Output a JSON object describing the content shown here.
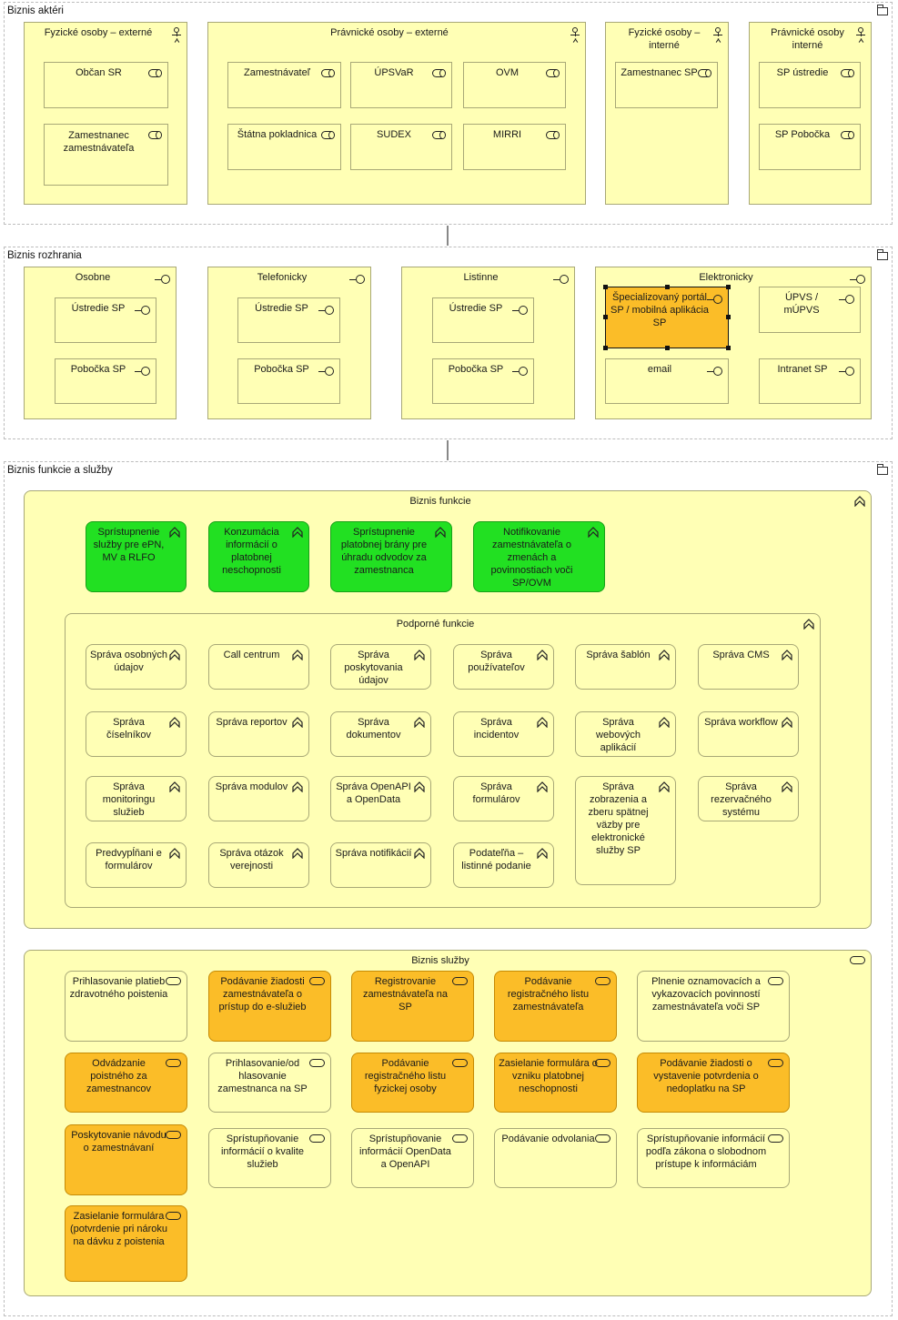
{
  "groups": {
    "actors": "Biznis aktéri",
    "interfaces": "Biznis rozhrania",
    "functions_services": "Biznis funkcie a služby"
  },
  "actors": {
    "fo_externe": {
      "title": "Fyzické osoby – externé",
      "roles": [
        "Občan SR",
        "Zamestnanec zamestnávateľa"
      ]
    },
    "po_externe": {
      "title": "Právnické osoby – externé",
      "roles": [
        "Zamestnávateľ",
        "ÚPSVaR",
        "OVM",
        "Štátna pokladnica",
        "SUDEX",
        "MIRRI"
      ]
    },
    "fo_interne": {
      "title": "Fyzické osoby – interné",
      "roles": [
        "Zamestnanec SP"
      ]
    },
    "po_interne": {
      "title": "Právnické osoby interné",
      "roles": [
        "SP ústredie",
        "SP Pobočka"
      ]
    }
  },
  "interfaces": {
    "osobne": {
      "title": "Osobne",
      "items": [
        "Ústredie SP",
        "Pobočka SP"
      ]
    },
    "telefonicky": {
      "title": "Telefonicky",
      "items": [
        "Ústredie SP",
        "Pobočka SP"
      ]
    },
    "listinne": {
      "title": "Listinne",
      "items": [
        "Ústredie SP",
        "Pobočka SP"
      ]
    },
    "elektronicky": {
      "title": "Elektronicky",
      "items": [
        "Špecializovaný portál SP / mobilná aplikácia SP",
        "ÚPVS / mÚPVS",
        "email",
        "Intranet SP"
      ]
    }
  },
  "functions": {
    "title": "Biznis funkcie",
    "main": [
      "Sprístupnenie služby pre ePN, MV a RLFO",
      "Konzumácia informácií o platobnej neschopnosti",
      "Sprístupnenie platobnej brány pre úhradu odvodov za zamestnanca",
      "Notifikovanie zamestnávateľa o zmenách a povinnostiach voči SP/OVM"
    ],
    "support_title": "Podporné funkcie",
    "support": [
      "Správa osobných údajov",
      "Call centrum",
      "Správa poskytovania údajov",
      "Správa používateľov",
      "Správa šablón",
      "Správa CMS",
      "Správa číselníkov",
      "Správa reportov",
      "Správa dokumentov",
      "Správa incidentov",
      "Správa webových aplikácií",
      "Správa workflow",
      "Správa monitoringu služieb",
      "Správa modulov",
      "Správa OpenAPI a OpenData",
      "Správa formulárov",
      "Správa zobrazenia a zberu spätnej väzby pre elektronické služby SP",
      "Správa rezervačného systému",
      "Predvypĺňani e formulárov",
      "Správa otázok verejnosti",
      "Správa notifikácií",
      "Podateľňa – listinné podanie"
    ]
  },
  "services": {
    "title": "Biznis služby",
    "items": [
      "Prihlasovanie platieb zdravotného poistenia",
      "Podávanie žiadosti zamestnávateľa o prístup do e-služieb",
      "Registrovanie zamestnávateľa na SP",
      "Podávanie registračného listu zamestnávateľa",
      "Plnenie oznamovacích a vykazovacích povinností zamestnávateľa voči SP",
      "Odvádzanie poistného za zamestnancov",
      "Prihlasovanie/od hlasovanie zamestnanca na SP",
      "Podávanie registračného listu fyzickej osoby",
      "Zasielanie formulára o vzniku platobnej neschopnosti",
      "Podávanie žiadosti o vystavenie potvrdenia o nedoplatku na SP",
      "Poskytovanie návodu o zamestnávaní",
      "Sprístupňovanie informácií o kvalite služieb",
      "Sprístupňovanie informácií OpenData a OpenAPI",
      "Podávanie odvolania",
      "Sprístupňovanie informácií podľa zákona o slobodnom prístupe k informáciám",
      "Zasielanie formulára (potvrdenie pri nároku na dávku z poistenia"
    ]
  },
  "colors": {
    "yellow": "#ffffb5",
    "green": "#22e022",
    "orange": "#fbbd28"
  }
}
